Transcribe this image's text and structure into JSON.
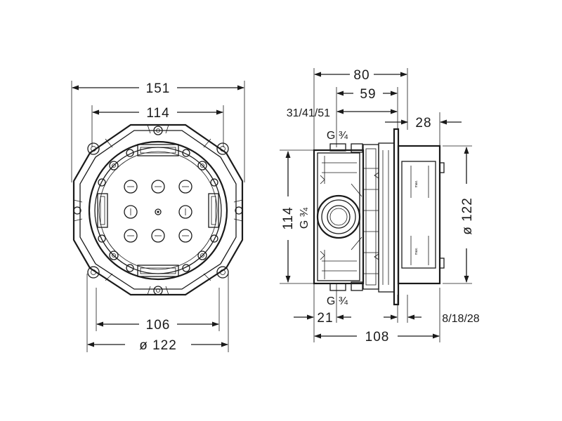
{
  "front_view": {
    "dim_width_overall": "151",
    "dim_width_inner": "114",
    "dim_width_bottom": "106",
    "dim_diameter": "ø 122"
  },
  "side_view": {
    "dim_top": "80",
    "dim_mid": "59",
    "dim_depth_options": "31/41/51",
    "dim_cover": "28",
    "dim_thread_top": "G ¾",
    "dim_height": "114",
    "dim_thread_side": "G ¾",
    "dim_diameter": "ø 122",
    "dim_thread_bottom": "G ¾",
    "dim_offset": "21",
    "dim_cover_options": "8/18/28",
    "dim_total": "108",
    "label_max_1": "max.",
    "label_max_2": "max."
  }
}
